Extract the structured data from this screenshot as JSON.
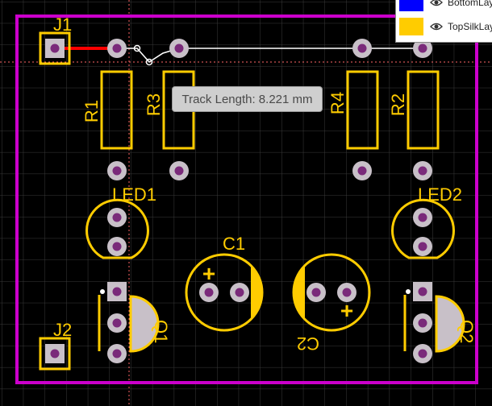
{
  "colors": {
    "background": "#000000",
    "grid": "#3a3a3a",
    "board_outline": "#CC00CC",
    "silkscreen": "#FFCC00",
    "pad_ring": "#c8c0c8",
    "pad_hole": "#7a2a7a",
    "track_red": "#FF0000",
    "track_white": "#FFFFFF",
    "crosshair": "#FF6666"
  },
  "designators": {
    "j1": "J1",
    "j2": "J2",
    "r1": "R1",
    "r2": "R2",
    "r3": "R3",
    "r4": "R4",
    "led1": "LED1",
    "led2": "LED2",
    "c1": "C1",
    "c2": "C2",
    "q1": "Q1",
    "q2": "Q2",
    "plus": "+"
  },
  "tooltip": {
    "text": "Track Length: 8.221 mm"
  },
  "layers_panel": {
    "rows": [
      {
        "name": "BottomLayer",
        "color": "#0000FF",
        "icon": "eye-icon"
      },
      {
        "name": "TopSilkLayer",
        "color": "#FFCC00",
        "icon": "eye-icon"
      }
    ]
  }
}
